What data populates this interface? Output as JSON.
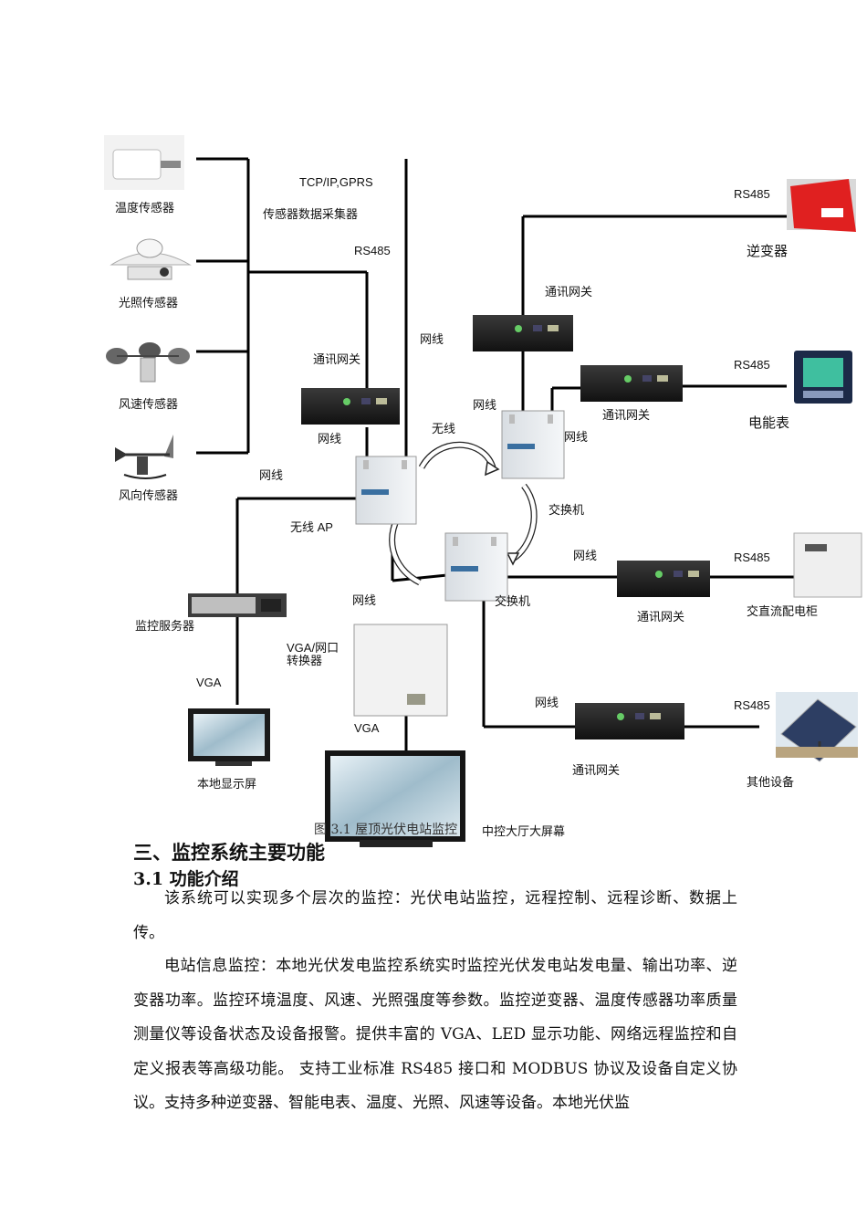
{
  "diagram": {
    "sensors": {
      "temperature": "温度传感器",
      "light": "光照传感器",
      "wind_speed": "风速传感器",
      "wind_direction": "风向传感器"
    },
    "tcp_gprs": "TCP/IP,GPRS",
    "collector": "传感器数据采集器",
    "rs485": "RS485",
    "gateway": "通讯网关",
    "cable": "网线",
    "wireless": "无线",
    "wireless_ap": "无线 AP",
    "switch": "交换机",
    "inverter": "逆变器",
    "energy_meter": "电能表",
    "ac_dc_cabinet": "交直流配电柜",
    "other_equipment": "其他设备",
    "monitor_server": "监控服务器",
    "vga": "VGA",
    "vga_converter": "VGA/网口\n转换器",
    "local_display": "本地显示屏",
    "hall_screen": "中控大厅大屏幕",
    "figure_caption": "图 3.1 屋顶光伏电站监控"
  },
  "section_heading": "三、监控系统主要功能",
  "sub_heading": "3.1 功能介绍",
  "paragraphs": [
    "该系统可以实现多个层次的监控：光伏电站监控，远程控制、远程诊断、数据上传。",
    "电站信息监控：本地光伏发电监控系统实时监控光伏发电站发电量、输出功率、逆变器功率。监控环境温度、风速、光照强度等参数。监控逆变器、温度传感器功率质量测量仪等设备状态及设备报警。提供丰富的 VGA、LED 显示功能、网络远程监控和自定义报表等高级功能。 支持工业标准 RS485 接口和 MODBUS 协议及设备自定义协议。支持多种逆变器、智能电表、温度、光照、风速等设备。本地光伏监"
  ]
}
